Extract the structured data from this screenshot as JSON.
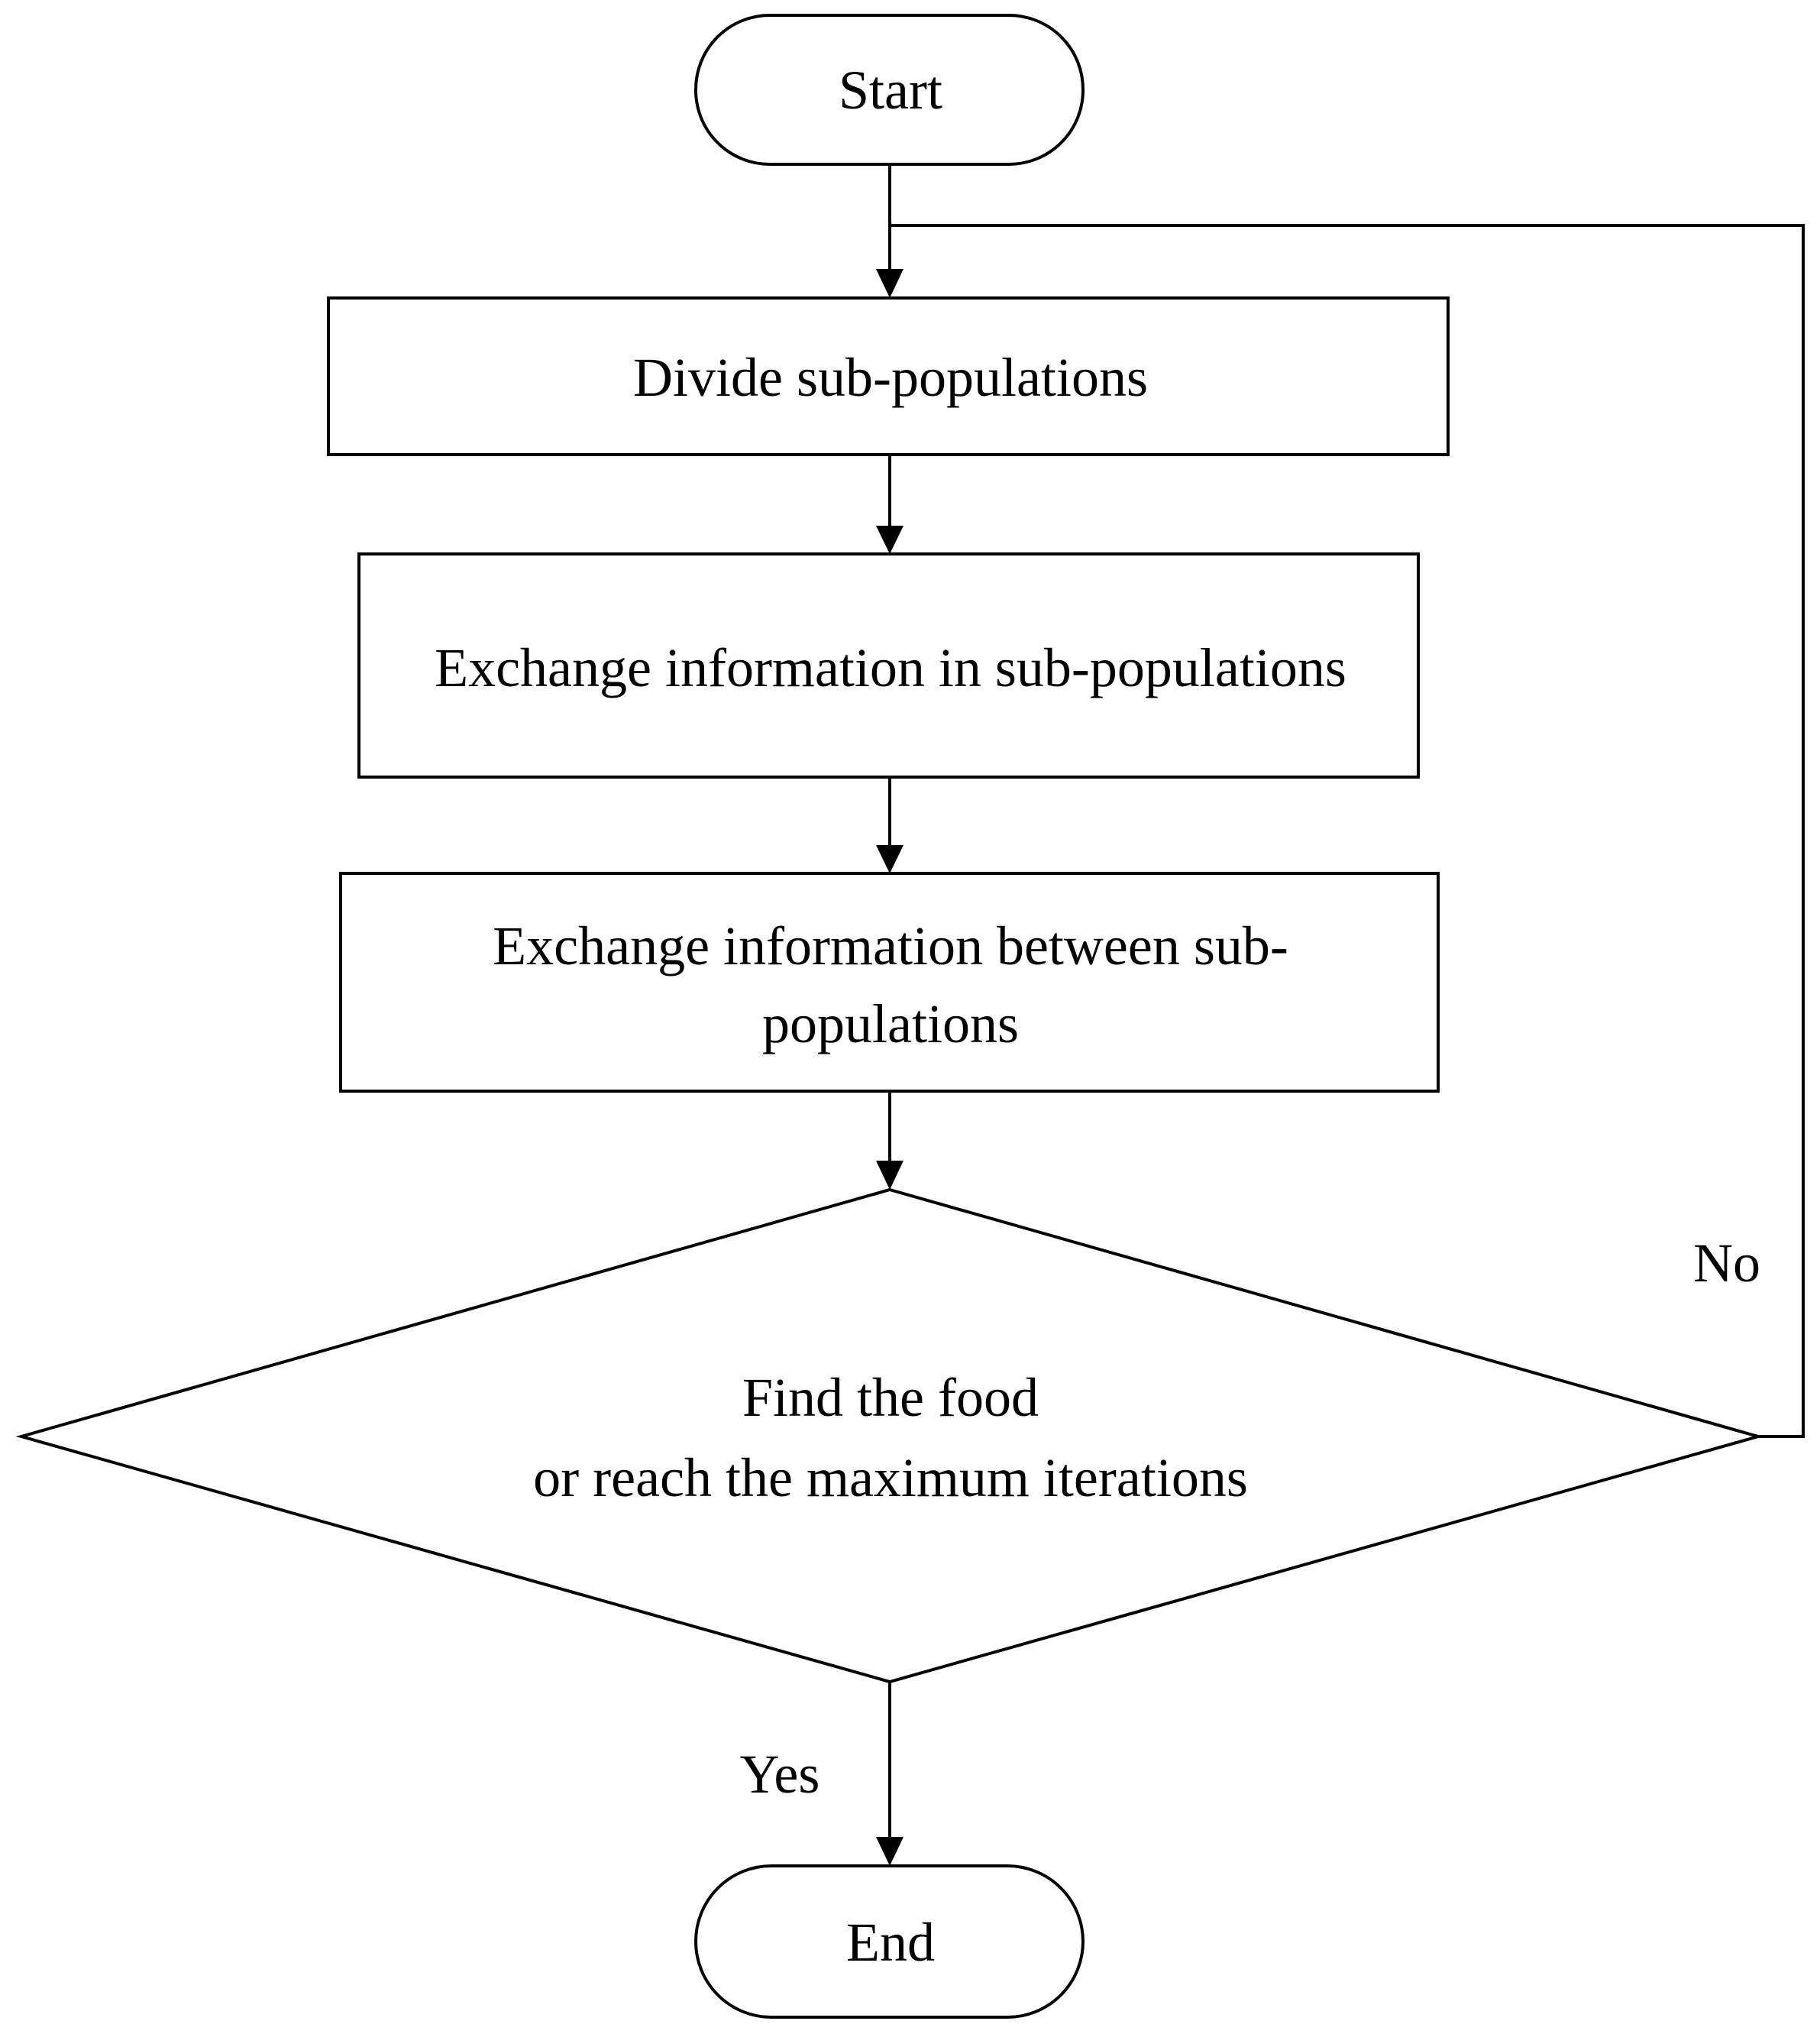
{
  "flowchart": {
    "start": {
      "label": "Start"
    },
    "step_divide": {
      "label": "Divide sub-populations"
    },
    "step_exchange_in": {
      "label": "Exchange information in sub-populations"
    },
    "step_exchange_between": {
      "line1": "Exchange information between sub-",
      "line2": "populations"
    },
    "decision": {
      "line1": "Find the food",
      "line2": "or reach the maximum iterations"
    },
    "end": {
      "label": "End"
    },
    "edge_no_label": "No",
    "edge_yes_label": "Yes"
  },
  "colors": {
    "stroke": "#000000",
    "fill": "#ffffff",
    "text": "#000000"
  }
}
